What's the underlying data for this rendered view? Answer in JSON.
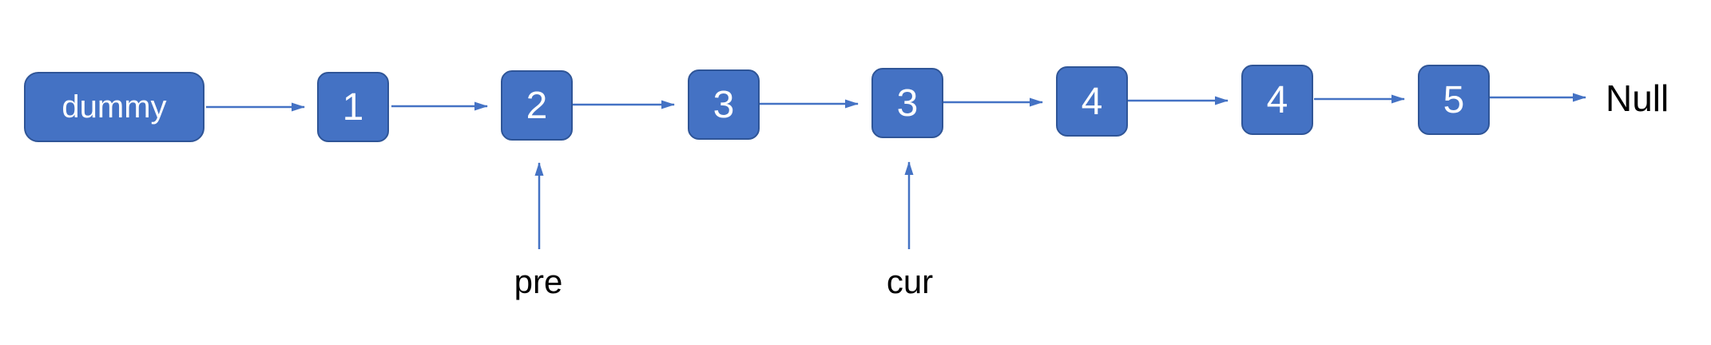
{
  "diagram_type": "singly-linked-list",
  "nodes": [
    {
      "label": "dummy"
    },
    {
      "label": "1"
    },
    {
      "label": "2"
    },
    {
      "label": "3"
    },
    {
      "label": "3"
    },
    {
      "label": "4"
    },
    {
      "label": "4"
    },
    {
      "label": "5"
    }
  ],
  "terminator": {
    "label": "Null"
  },
  "pointers": {
    "pre": {
      "label": "pre",
      "points_to_node_index": 2
    },
    "cur": {
      "label": "cur",
      "points_to_node_index": 4
    }
  },
  "colors": {
    "node_fill": "#4472C4",
    "node_border": "#2F5597",
    "node_text": "#FFFFFF",
    "arrow": "#4472C4",
    "label_text": "#000000"
  }
}
